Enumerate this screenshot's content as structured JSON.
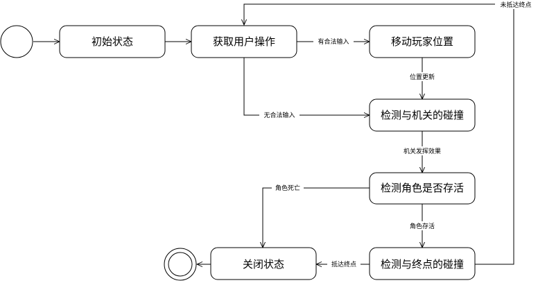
{
  "nodes": {
    "init": "初始状态",
    "input": "获取用户操作",
    "move": "移动玩家位置",
    "trap": "检测与机关的碰撞",
    "alive": "检测角色是否存活",
    "goal": "检测与终点的碰撞",
    "close": "关闭状态"
  },
  "edges": {
    "valid_input": "有合法输入",
    "no_valid_input": "无合法输入",
    "position_update": "位置更新",
    "trap_effect": "机关发挥效果",
    "dead": "角色死亡",
    "alive": "角色存活",
    "reached": "抵达终点",
    "not_reached": "未抵达终点"
  }
}
